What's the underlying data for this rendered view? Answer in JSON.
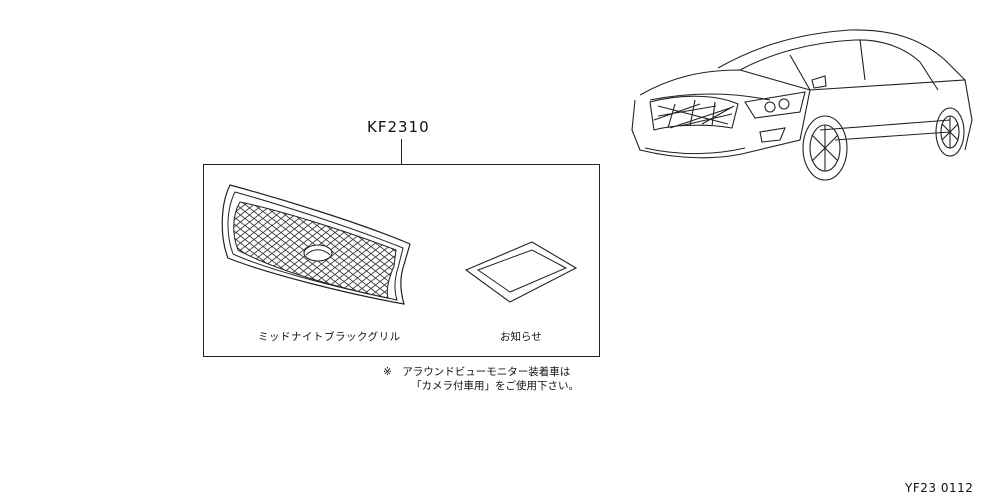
{
  "diagram": {
    "part_number": "KF2310",
    "items": [
      {
        "icon": "front-grille-icon",
        "label": "ミッドナイトブラックグリル"
      },
      {
        "icon": "notice-card-icon",
        "label": "お知らせ"
      }
    ],
    "note_line1": "※　アラウンドビューモニター装着車は",
    "note_line2": "「カメラ付車用」をご使用下さい。",
    "figure_code": "YF23 0112",
    "vehicle_icon": "sedan-car-icon"
  }
}
